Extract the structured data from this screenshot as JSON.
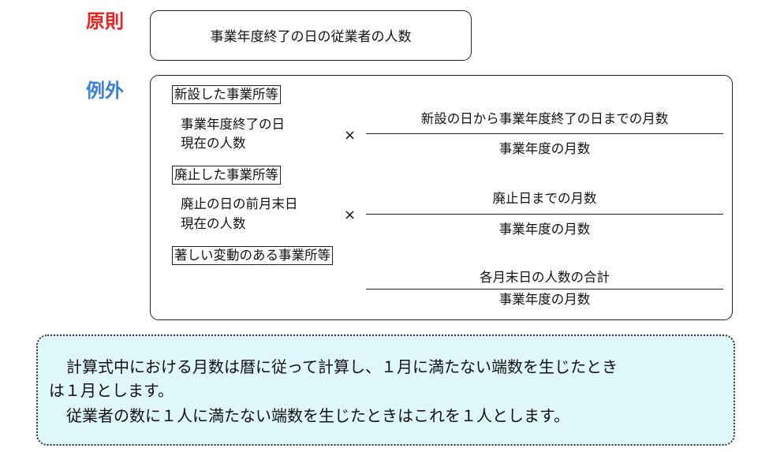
{
  "principle": {
    "heading": "原則",
    "text": "事業年度終了の日の従業者の人数"
  },
  "exception": {
    "heading": "例外",
    "cases": [
      {
        "tag": "新設した事業所等",
        "left_lines": [
          "事業年度終了の日",
          "現在の人数"
        ],
        "operator": "×",
        "numerator": "新設の日から事業年度終了の日までの月数",
        "denominator": "事業年度の月数"
      },
      {
        "tag": "廃止した事業所等",
        "left_lines": [
          "廃止の日の前月末日",
          "現在の人数"
        ],
        "operator": "×",
        "numerator": "廃止日までの月数",
        "denominator": "事業年度の月数"
      },
      {
        "tag": "著しい変動のある事業所等",
        "numerator": "各月末日の人数の合計",
        "denominator": "事業年度の月数"
      }
    ]
  },
  "note": {
    "line1": "計算式中における月数は暦に従って計算し、１月に満たない端数を生じたとき",
    "line2": "は１月とします。",
    "line3": "従業者の数に１人に満たない端数を生じたときはこれを１人とします。"
  }
}
